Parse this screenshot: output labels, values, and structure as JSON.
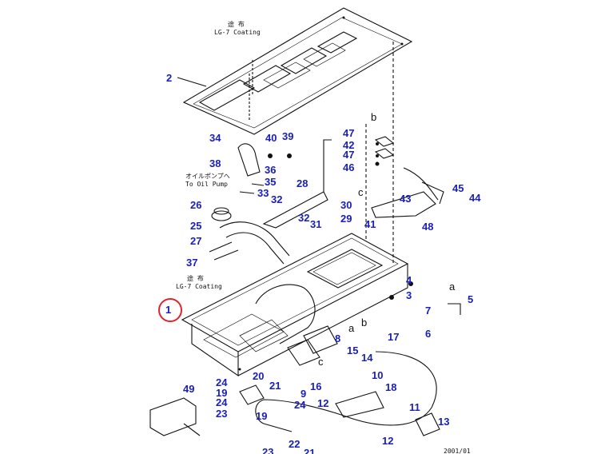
{
  "callouts": [
    "2",
    "34",
    "38",
    "40",
    "39",
    "36",
    "35",
    "33",
    "32",
    "26",
    "25",
    "27",
    "37",
    "28",
    "30",
    "29",
    "31",
    "32",
    "47",
    "42",
    "47",
    "46",
    "43",
    "45",
    "44",
    "41",
    "48",
    "4",
    "3",
    "1",
    "5",
    "7",
    "6",
    "8",
    "15",
    "14",
    "17",
    "18",
    "10",
    "16",
    "9",
    "12",
    "11",
    "13",
    "20",
    "24",
    "19",
    "24",
    "23",
    "21",
    "24",
    "19",
    "22",
    "23",
    "21",
    "12",
    "49"
  ],
  "notes": {
    "coating_top_jp": "途 布",
    "coating_top": "LG-7 Coating",
    "pump_jp": "オイルポンプへ",
    "pump": "To Oil Pump",
    "coating_mid_jp": "途 布",
    "coating_mid": "LG-7 Coating"
  },
  "letters": [
    "b",
    "b",
    "c",
    "c",
    "a",
    "a"
  ],
  "highlight_color": "#e0262b",
  "callout_color": "#1a20b8",
  "doc_code": "2001/01"
}
